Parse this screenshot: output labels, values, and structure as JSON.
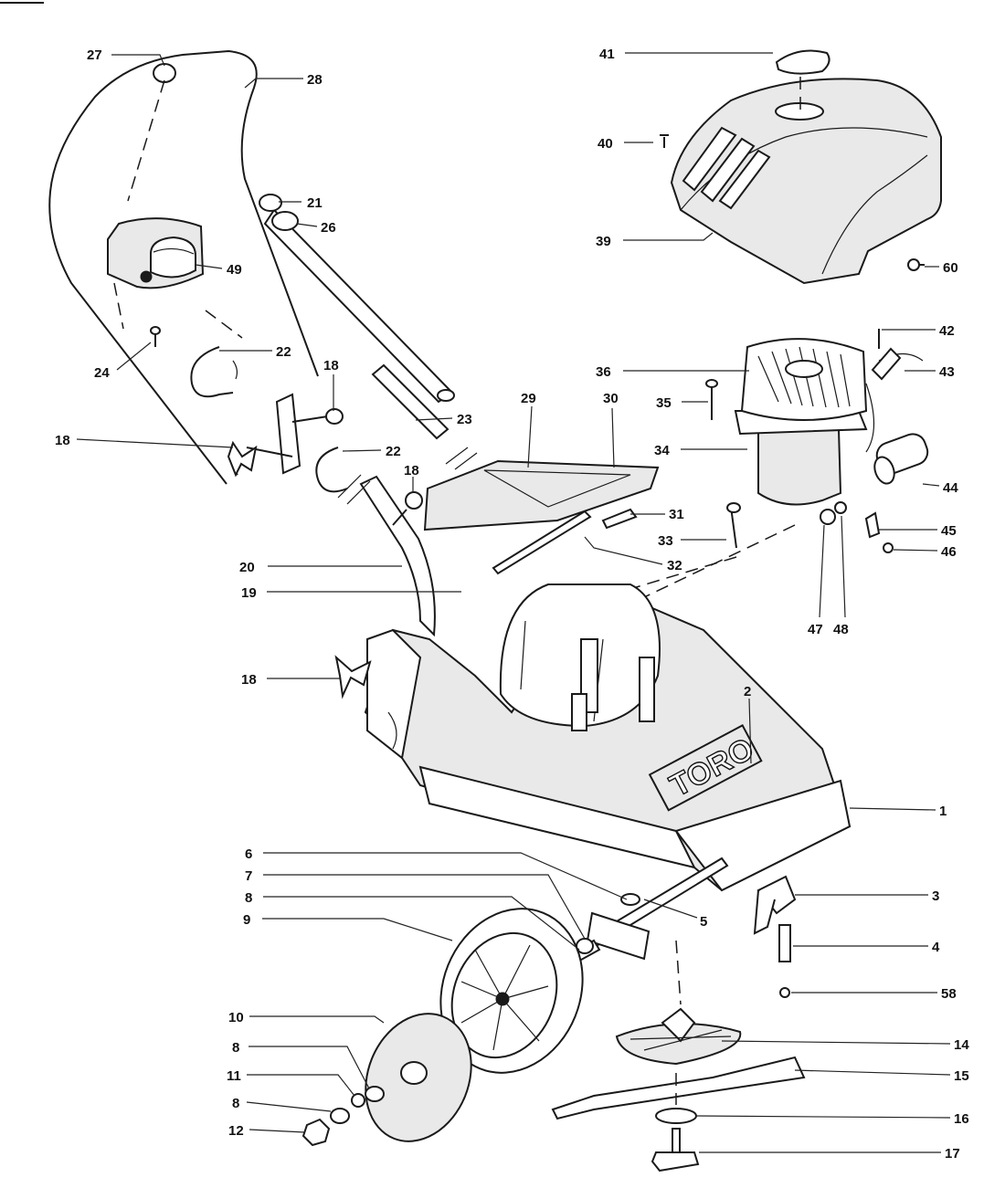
{
  "brand": {
    "logo": "TORO"
  },
  "labels": [
    {
      "id": "27",
      "text": "27"
    },
    {
      "id": "28",
      "text": "28"
    },
    {
      "id": "21",
      "text": "21"
    },
    {
      "id": "26",
      "text": "26"
    },
    {
      "id": "49",
      "text": "49"
    },
    {
      "id": "24",
      "text": "24"
    },
    {
      "id": "22a",
      "text": "22"
    },
    {
      "id": "18a",
      "text": "18"
    },
    {
      "id": "18b",
      "text": "18"
    },
    {
      "id": "23",
      "text": "23"
    },
    {
      "id": "22b",
      "text": "22"
    },
    {
      "id": "18c",
      "text": "18"
    },
    {
      "id": "29",
      "text": "29"
    },
    {
      "id": "30",
      "text": "30"
    },
    {
      "id": "31",
      "text": "31"
    },
    {
      "id": "32",
      "text": "32"
    },
    {
      "id": "33",
      "text": "33"
    },
    {
      "id": "20",
      "text": "20"
    },
    {
      "id": "19",
      "text": "19"
    },
    {
      "id": "18d",
      "text": "18"
    },
    {
      "id": "41",
      "text": "41"
    },
    {
      "id": "40",
      "text": "40"
    },
    {
      "id": "39",
      "text": "39"
    },
    {
      "id": "60",
      "text": "60"
    },
    {
      "id": "42",
      "text": "42"
    },
    {
      "id": "36",
      "text": "36"
    },
    {
      "id": "43",
      "text": "43"
    },
    {
      "id": "35",
      "text": "35"
    },
    {
      "id": "34",
      "text": "34"
    },
    {
      "id": "44",
      "text": "44"
    },
    {
      "id": "45",
      "text": "45"
    },
    {
      "id": "46",
      "text": "46"
    },
    {
      "id": "47",
      "text": "47"
    },
    {
      "id": "48",
      "text": "48"
    },
    {
      "id": "2",
      "text": "2"
    },
    {
      "id": "1",
      "text": "1"
    },
    {
      "id": "6",
      "text": "6"
    },
    {
      "id": "7",
      "text": "7"
    },
    {
      "id": "8a",
      "text": "8"
    },
    {
      "id": "9",
      "text": "9"
    },
    {
      "id": "5",
      "text": "5"
    },
    {
      "id": "3",
      "text": "3"
    },
    {
      "id": "4",
      "text": "4"
    },
    {
      "id": "58",
      "text": "58"
    },
    {
      "id": "10",
      "text": "10"
    },
    {
      "id": "8b",
      "text": "8"
    },
    {
      "id": "11",
      "text": "11"
    },
    {
      "id": "8c",
      "text": "8"
    },
    {
      "id": "12",
      "text": "12"
    },
    {
      "id": "14",
      "text": "14"
    },
    {
      "id": "15",
      "text": "15"
    },
    {
      "id": "16",
      "text": "16"
    },
    {
      "id": "17",
      "text": "17"
    }
  ]
}
